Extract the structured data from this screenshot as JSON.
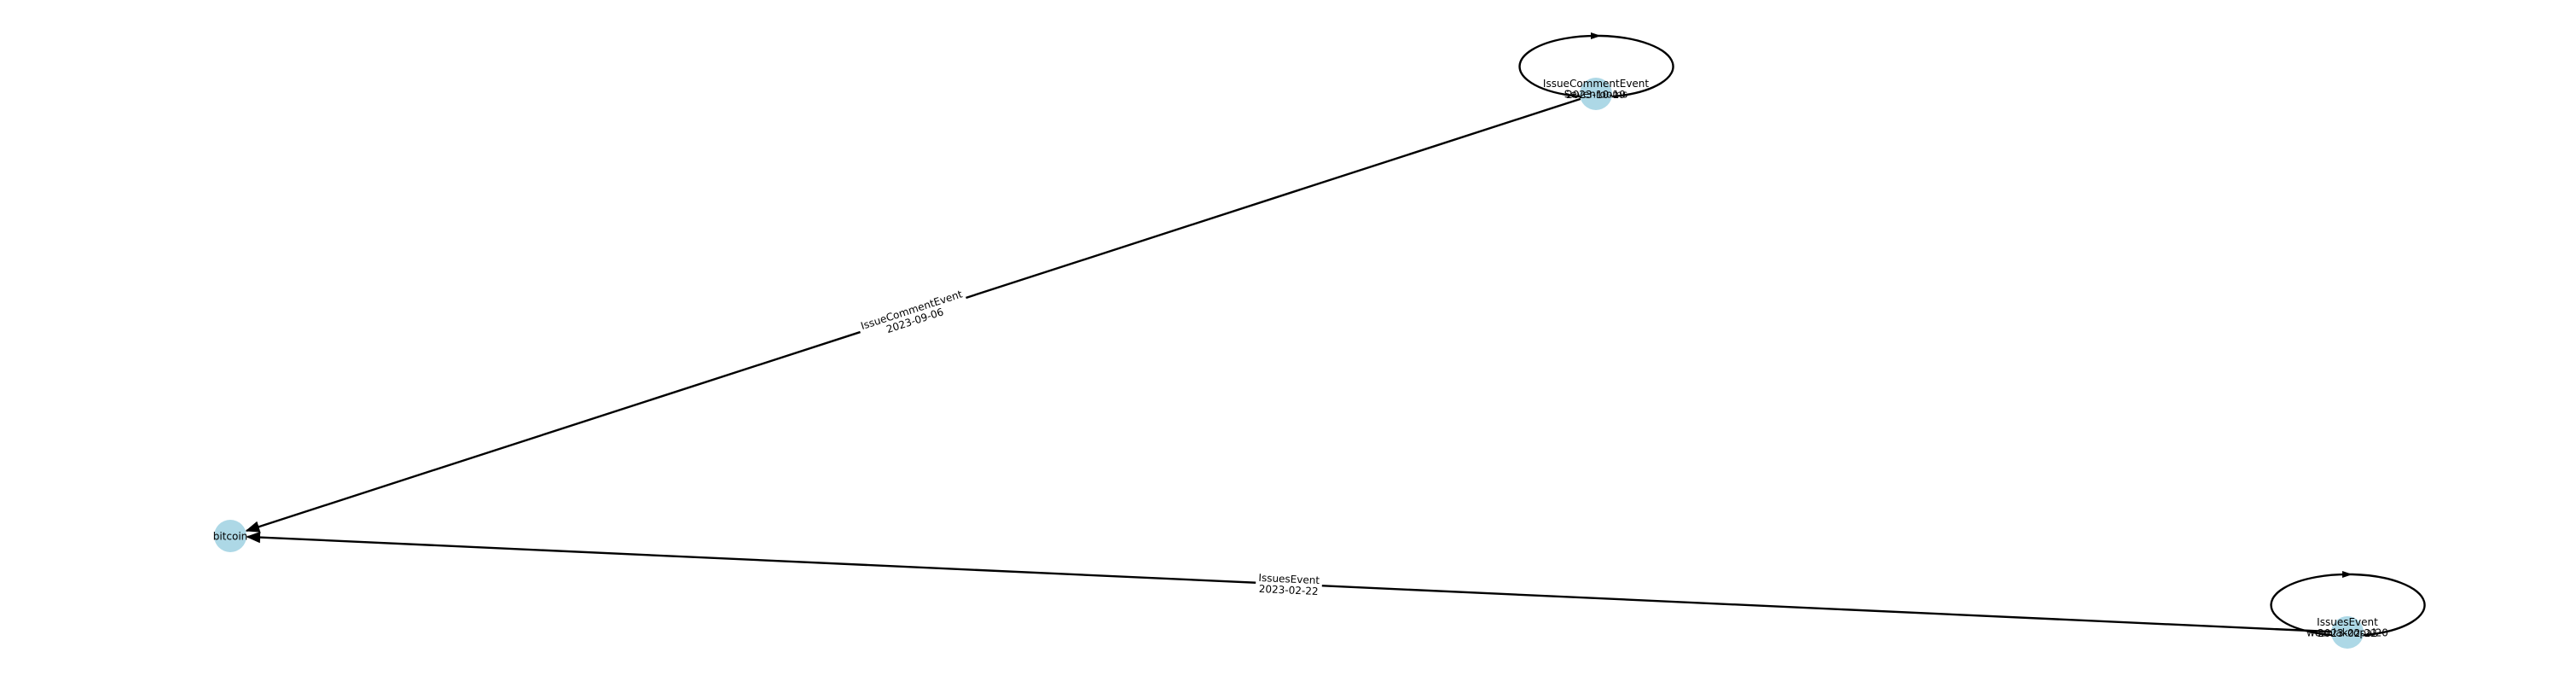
{
  "colors": {
    "node_fill": "#add8e6",
    "edge": "#000000",
    "label_text": "#000000",
    "background": "#ffffff"
  },
  "nodes": [
    {
      "id": "sevenrooms",
      "label": "Sevenrooms"
    },
    {
      "id": "bitcoin",
      "label": "bitcoin"
    },
    {
      "id": "wozniakzopal",
      "label": "wozniakzopal20"
    }
  ],
  "edges": [
    {
      "from": "sevenrooms",
      "to": "sevenrooms",
      "event": "IssueCommentEvent",
      "date": "2023-10-19"
    },
    {
      "from": "sevenrooms",
      "to": "bitcoin",
      "event": "IssueCommentEvent",
      "date": "2023-09-06"
    },
    {
      "from": "wozniakzopal",
      "to": "bitcoin",
      "event": "IssuesEvent",
      "date": "2023-02-22"
    },
    {
      "from": "wozniakzopal",
      "to": "wozniakzopal",
      "event": "IssuesEvent",
      "date": "2023-02-22"
    }
  ]
}
